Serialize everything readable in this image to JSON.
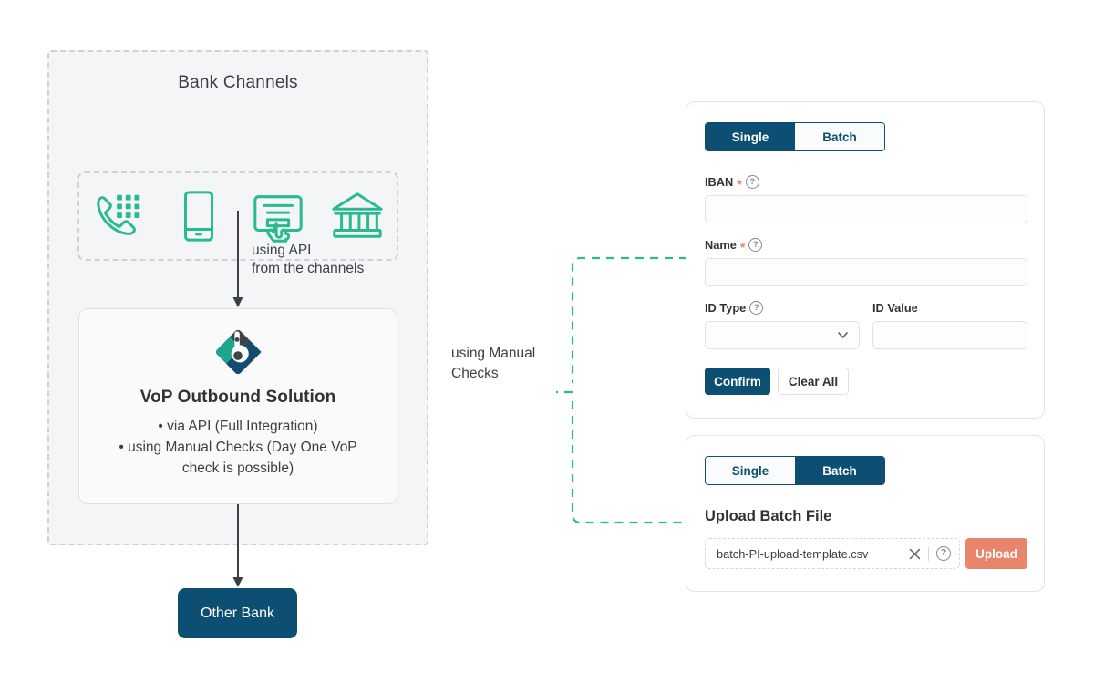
{
  "colors": {
    "navy": "#0d4f72",
    "teal": "#2aba8f",
    "salmon": "#e8856a",
    "panel_bg": "#f4f5f6",
    "dash_gray": "#cfd2d5",
    "text": "#3b4046"
  },
  "left_panel": {
    "title": "Bank Channels",
    "channel_icons": [
      {
        "name": "phone-keypad-icon",
        "label": "Phone banking"
      },
      {
        "name": "mobile-phone-icon",
        "label": "Mobile banking"
      },
      {
        "name": "online-form-click-icon",
        "label": "Online banking"
      },
      {
        "name": "bank-building-icon",
        "label": "Branch"
      }
    ],
    "api_arrow_label_line1": "using API",
    "api_arrow_label_line2": "from the channels",
    "vop_card": {
      "logo_name": "vop-diamond-logo",
      "title": "VoP Outbound Solution",
      "bullets": [
        "• via API (Full Integration)",
        "• using Manual Checks (Day One VoP",
        "check is possible)"
      ]
    },
    "other_bank_label": "Other Bank"
  },
  "connector": {
    "manual_label_line1": "using Manual",
    "manual_label_line2": "Checks"
  },
  "single_card": {
    "tabs": [
      {
        "label": "Single",
        "active": true
      },
      {
        "label": "Batch",
        "active": false
      }
    ],
    "fields": [
      {
        "label": "IBAN",
        "required": true,
        "help": true,
        "value": "",
        "placeholder": ""
      },
      {
        "label": "Name",
        "required": true,
        "help": true,
        "value": "",
        "placeholder": ""
      },
      {
        "label": "ID Type",
        "required": false,
        "help": true,
        "value": "",
        "placeholder": ""
      },
      {
        "label": "ID Value",
        "required": false,
        "help": false,
        "value": "",
        "placeholder": ""
      }
    ],
    "confirm_label": "Confirm",
    "clear_label": "Clear All",
    "help_glyph": "?",
    "required_glyph": "*"
  },
  "batch_card": {
    "tabs": [
      {
        "label": "Single",
        "active": false
      },
      {
        "label": "Batch",
        "active": true
      }
    ],
    "heading": "Upload Batch File",
    "file_name": "batch-PI-upload-template.csv",
    "clear_icon": "close-x-icon",
    "help_glyph": "?",
    "upload_label": "Upload"
  }
}
